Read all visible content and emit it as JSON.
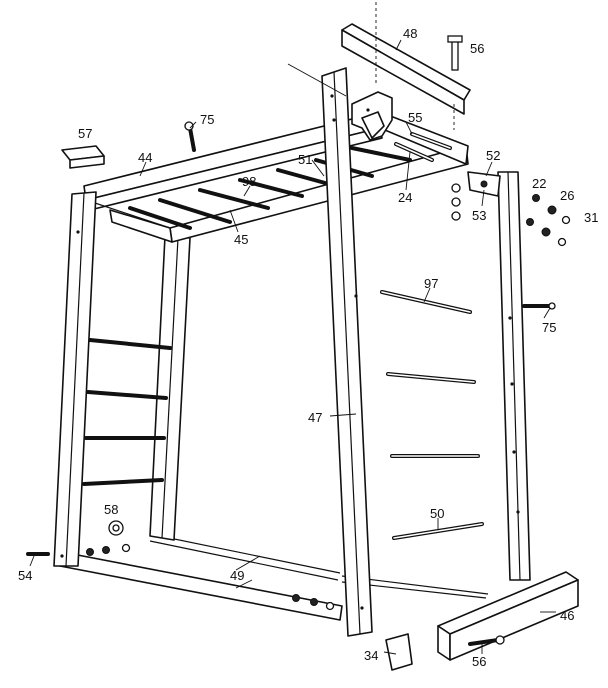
{
  "callouts": [
    {
      "id": "c48a",
      "text": "48"
    },
    {
      "id": "c56a",
      "text": "56"
    },
    {
      "id": "c57",
      "text": "57"
    },
    {
      "id": "c75a",
      "text": "75"
    },
    {
      "id": "c55",
      "text": "55"
    },
    {
      "id": "c44",
      "text": "44"
    },
    {
      "id": "c51",
      "text": "51"
    },
    {
      "id": "c98",
      "text": "98"
    },
    {
      "id": "c52",
      "text": "52"
    },
    {
      "id": "c22",
      "text": "22"
    },
    {
      "id": "c26",
      "text": "26"
    },
    {
      "id": "c31",
      "text": "31"
    },
    {
      "id": "c24",
      "text": "24"
    },
    {
      "id": "c53",
      "text": "53"
    },
    {
      "id": "c45",
      "text": "45"
    },
    {
      "id": "c97",
      "text": "97"
    },
    {
      "id": "c75b",
      "text": "75"
    },
    {
      "id": "c47",
      "text": "47"
    },
    {
      "id": "c50",
      "text": "50"
    },
    {
      "id": "c58",
      "text": "58"
    },
    {
      "id": "c54",
      "text": "54"
    },
    {
      "id": "c49",
      "text": "49"
    },
    {
      "id": "c46",
      "text": "46"
    },
    {
      "id": "c34",
      "text": "34"
    },
    {
      "id": "c56b",
      "text": "56"
    }
  ]
}
